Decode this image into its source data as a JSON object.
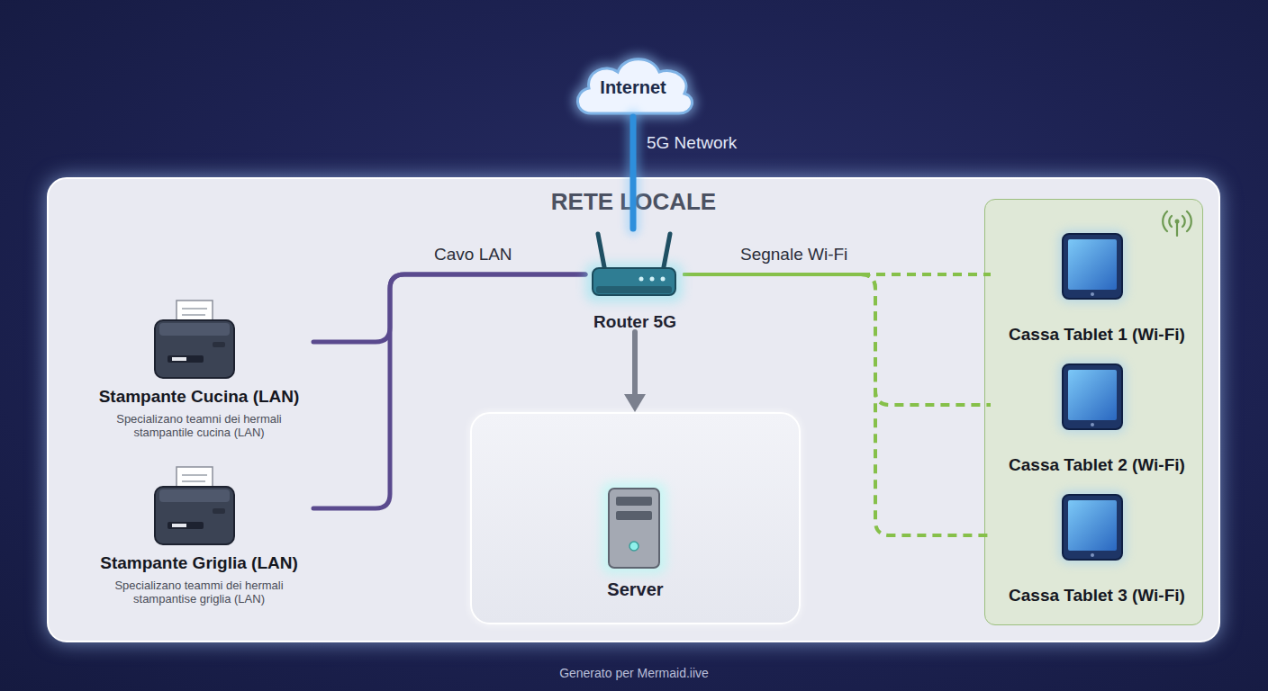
{
  "diagram": {
    "caption": "Generato per Mermaid.iive",
    "nodes": [
      {
        "text": [
          "Internet"
        ]
      },
      {
        "text": [
          "RETE LOCALE"
        ]
      },
      {
        "text": [
          "Router 5G"
        ],
        "in": 1
      },
      {
        "text": [
          "Stampante Cucina (LAN)",
          "Specializano teamni dei hermali stampantile cucina (LAN)"
        ],
        "in": 1
      },
      {
        "text": [
          "Stampante Griglia (LAN)",
          "Specializano teammi dei hermali stampantise griglia (LAN)"
        ],
        "in": 1
      },
      {
        "text": [
          "Server"
        ],
        "in": 1
      },
      {
        "text": [
          "Cassa Tablet 1 (Wi-Fi)"
        ],
        "in": 1
      },
      {
        "text": [
          "Cassa Tablet 2 (Wi-Fi)"
        ],
        "in": 1
      },
      {
        "text": [
          "Cassa Tablet 3 (Wi-Fi)"
        ],
        "in": 1
      }
    ],
    "edges": [
      {
        "from": 0,
        "to": 2,
        "arrow": "none",
        "label": "5G Network"
      },
      {
        "from": 2,
        "to": 3,
        "arrow": "none",
        "label": "Cavo LAN"
      },
      {
        "from": 2,
        "to": 4,
        "arrow": "none"
      },
      {
        "from": 2,
        "to": 5,
        "arrow": "to"
      },
      {
        "from": 2,
        "to": 6,
        "arrow": "none",
        "label": "Segnale Wi-Fi"
      },
      {
        "from": 2,
        "to": 7,
        "arrow": "none"
      },
      {
        "from": 2,
        "to": 8,
        "arrow": "none"
      }
    ]
  }
}
